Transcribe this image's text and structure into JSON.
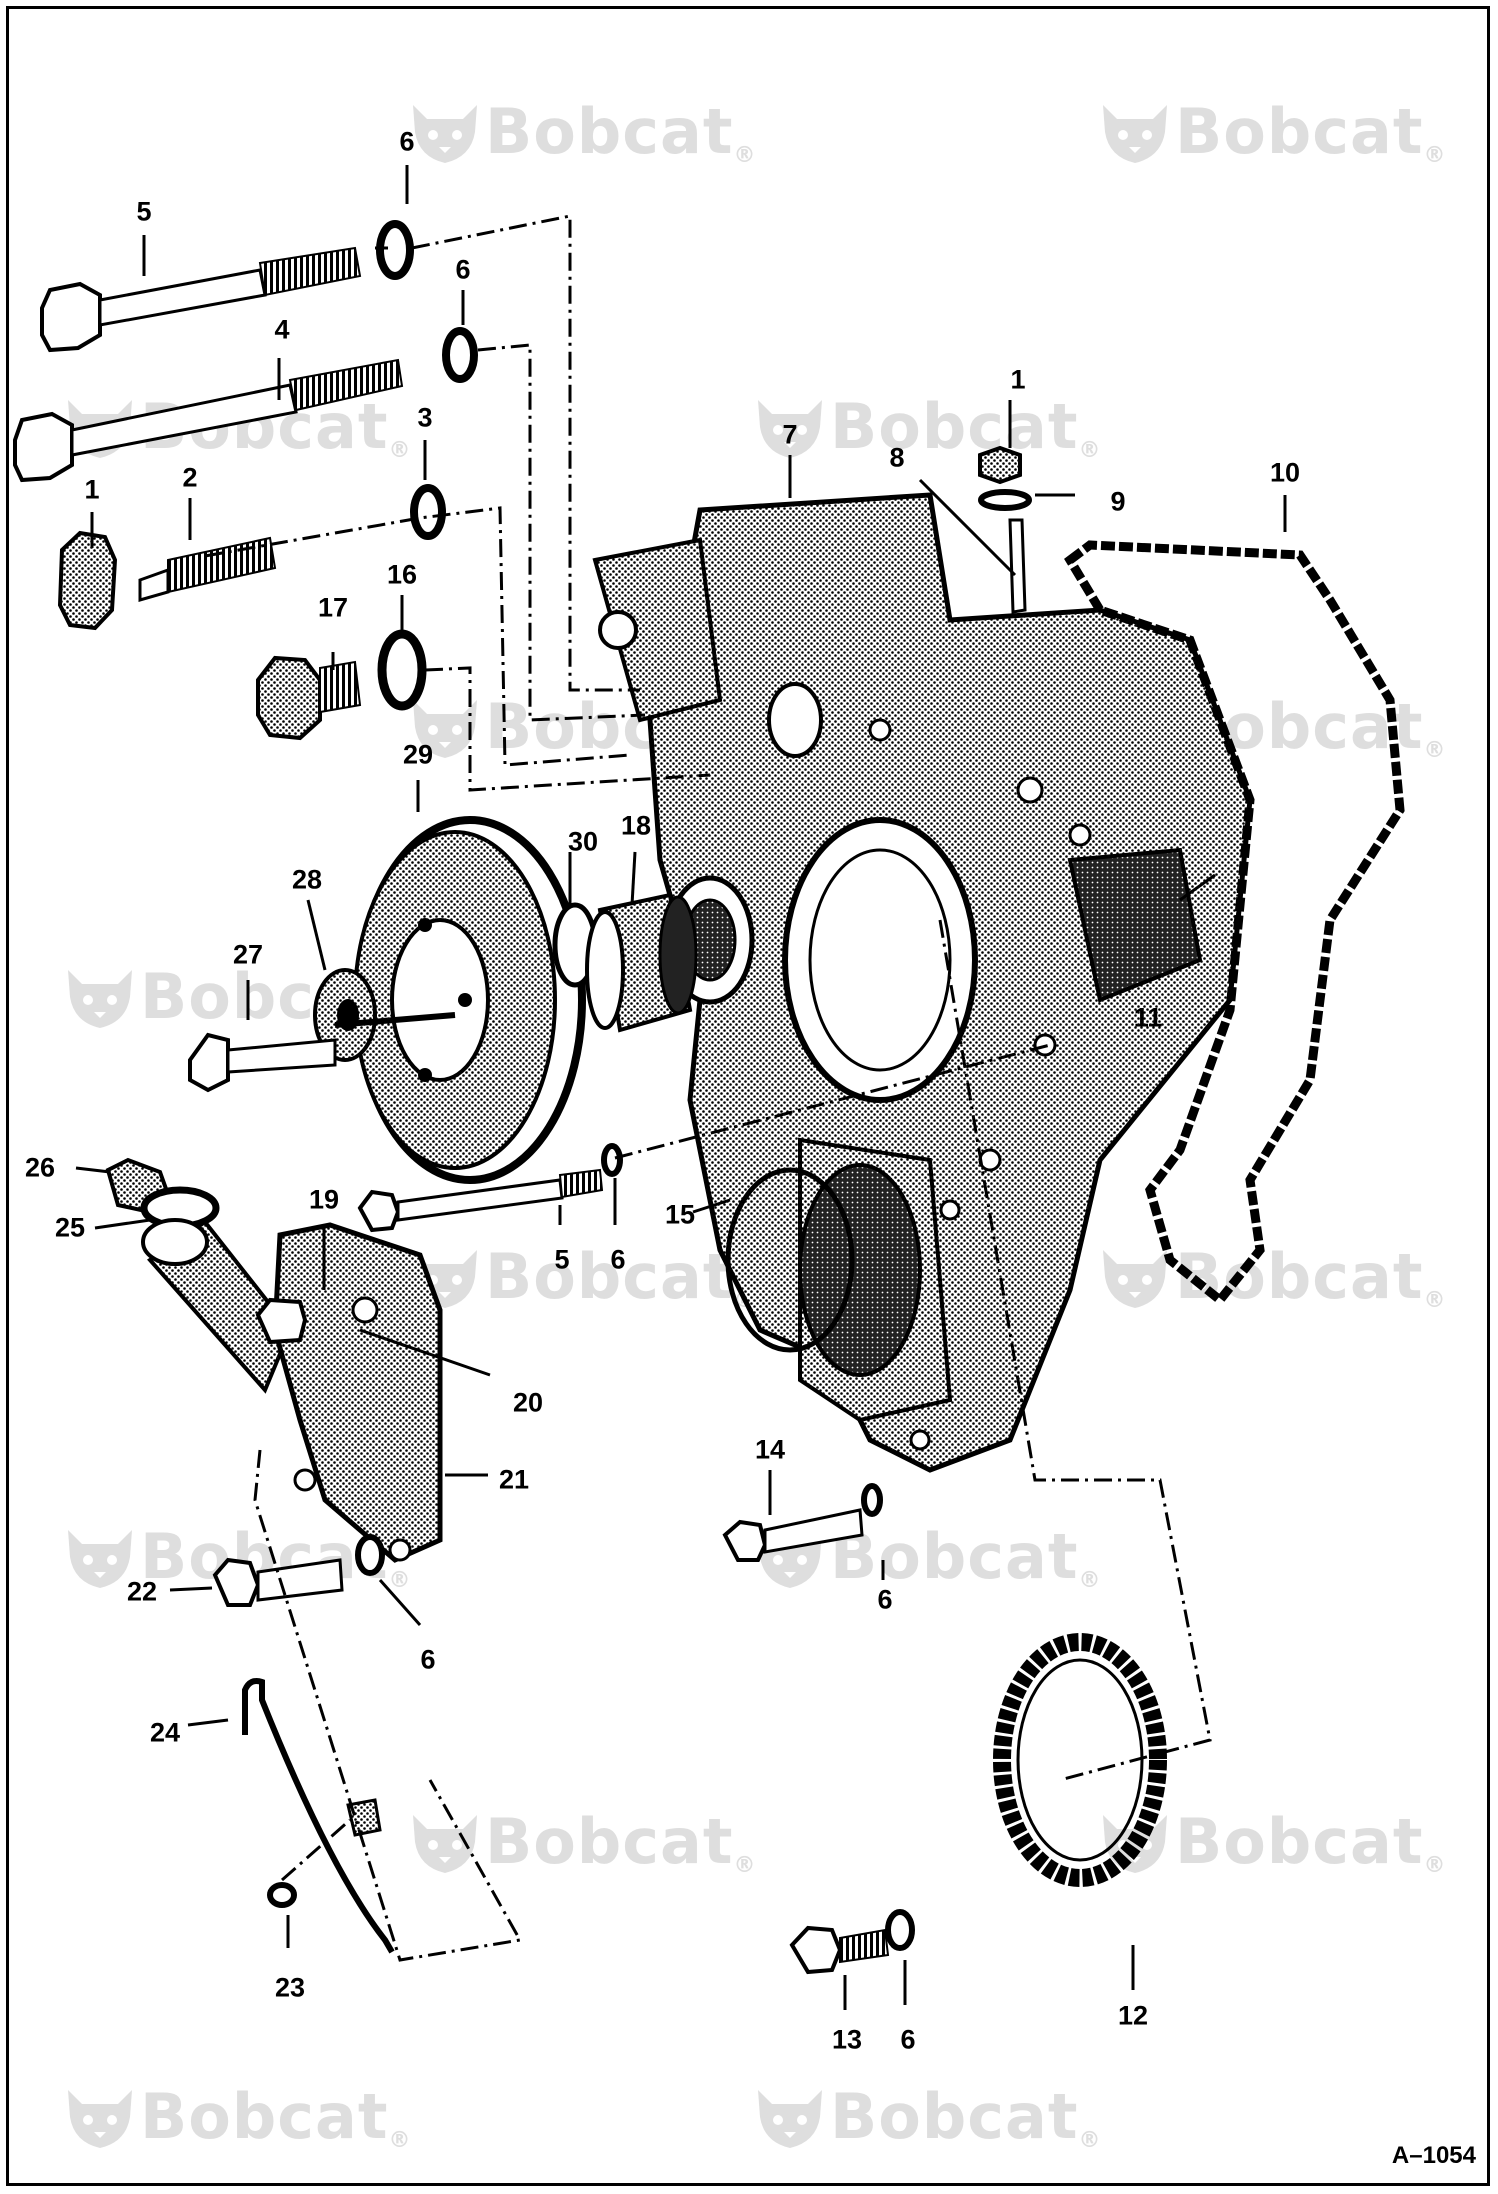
{
  "watermark": {
    "text": "Bobcat",
    "registered": "®",
    "icon": "bobcat-head-logo"
  },
  "callouts": [
    {
      "id": "c1a",
      "label": "1"
    },
    {
      "id": "c1b",
      "label": "1"
    },
    {
      "id": "c2",
      "label": "2"
    },
    {
      "id": "c3",
      "label": "3"
    },
    {
      "id": "c4",
      "label": "4"
    },
    {
      "id": "c5a",
      "label": "5"
    },
    {
      "id": "c5b",
      "label": "5"
    },
    {
      "id": "c6a",
      "label": "6"
    },
    {
      "id": "c6b",
      "label": "6"
    },
    {
      "id": "c6c",
      "label": "6"
    },
    {
      "id": "c6d",
      "label": "6"
    },
    {
      "id": "c6e",
      "label": "6"
    },
    {
      "id": "c6f",
      "label": "6"
    },
    {
      "id": "c7",
      "label": "7"
    },
    {
      "id": "c8",
      "label": "8"
    },
    {
      "id": "c9",
      "label": "9"
    },
    {
      "id": "c10",
      "label": "10"
    },
    {
      "id": "c11",
      "label": "11"
    },
    {
      "id": "c12",
      "label": "12"
    },
    {
      "id": "c13",
      "label": "13"
    },
    {
      "id": "c14",
      "label": "14"
    },
    {
      "id": "c15",
      "label": "15"
    },
    {
      "id": "c16",
      "label": "16"
    },
    {
      "id": "c17",
      "label": "17"
    },
    {
      "id": "c18",
      "label": "18"
    },
    {
      "id": "c19",
      "label": "19"
    },
    {
      "id": "c20",
      "label": "20"
    },
    {
      "id": "c21",
      "label": "21"
    },
    {
      "id": "c22",
      "label": "22"
    },
    {
      "id": "c23",
      "label": "23"
    },
    {
      "id": "c24",
      "label": "24"
    },
    {
      "id": "c25",
      "label": "25"
    },
    {
      "id": "c26",
      "label": "26"
    },
    {
      "id": "c27",
      "label": "27"
    },
    {
      "id": "c28",
      "label": "28"
    },
    {
      "id": "c29",
      "label": "29"
    },
    {
      "id": "c30",
      "label": "30"
    }
  ],
  "reference_number": "A–1054",
  "colors": {
    "ink": "#000000",
    "paper": "#ffffff",
    "watermark": "#6b6b6b",
    "shade": "#5a5a5a"
  }
}
